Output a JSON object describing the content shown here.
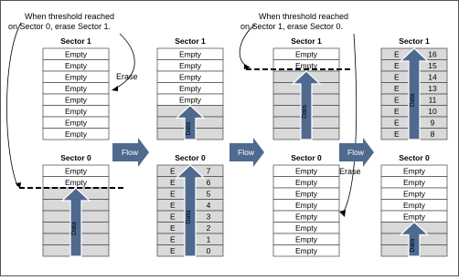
{
  "notes": {
    "left_line1": "When threshold reached",
    "left_line2": "on Sector 0, erase Sector 1.",
    "right_line1": "When threshold reached",
    "right_line2": "on Sector 1, erase Sector 0.",
    "erase_left": "Erase",
    "erase_right": "Erase"
  },
  "flow_label": "Flow",
  "data_label": "Data",
  "empty_label": "Empty",
  "panels": [
    {
      "top": {
        "title": "Sector 1",
        "cells": [
          "Empty",
          "Empty",
          "Empty",
          "Empty",
          "Empty",
          "Empty",
          "Empty",
          "Empty"
        ]
      },
      "bottom": {
        "title": "Sector 0",
        "cells": [
          "Empty",
          "Empty",
          "",
          "",
          "",
          "",
          "",
          ""
        ]
      }
    },
    {
      "top": {
        "title": "Sector 1",
        "cells": [
          "Empty",
          "Empty",
          "Empty",
          "Empty",
          "Empty",
          "",
          "",
          ""
        ]
      },
      "bottom": {
        "title": "Sector 0",
        "cells": [
          "E|7",
          "E|6",
          "E|5",
          "E|4",
          "E|3",
          "E|2",
          "E|1",
          "E|0"
        ]
      }
    },
    {
      "top": {
        "title": "Sector 1",
        "cells": [
          "Empty",
          "Empty",
          "",
          "",
          "",
          "",
          "",
          ""
        ]
      },
      "bottom": {
        "title": "Sector 0",
        "cells": [
          "Empty",
          "Empty",
          "Empty",
          "Empty",
          "Empty",
          "Empty",
          "Empty",
          "Empty"
        ]
      }
    },
    {
      "top": {
        "title": "Sector 1",
        "cells": [
          "E|16",
          "E|15",
          "E|14",
          "E|13",
          "E|11",
          "E|10",
          "E|9",
          "E|8"
        ]
      },
      "bottom": {
        "title": "Sector 0",
        "cells": [
          "Empty",
          "Empty",
          "Empty",
          "Empty",
          "Empty",
          "",
          "",
          ""
        ]
      }
    }
  ]
}
